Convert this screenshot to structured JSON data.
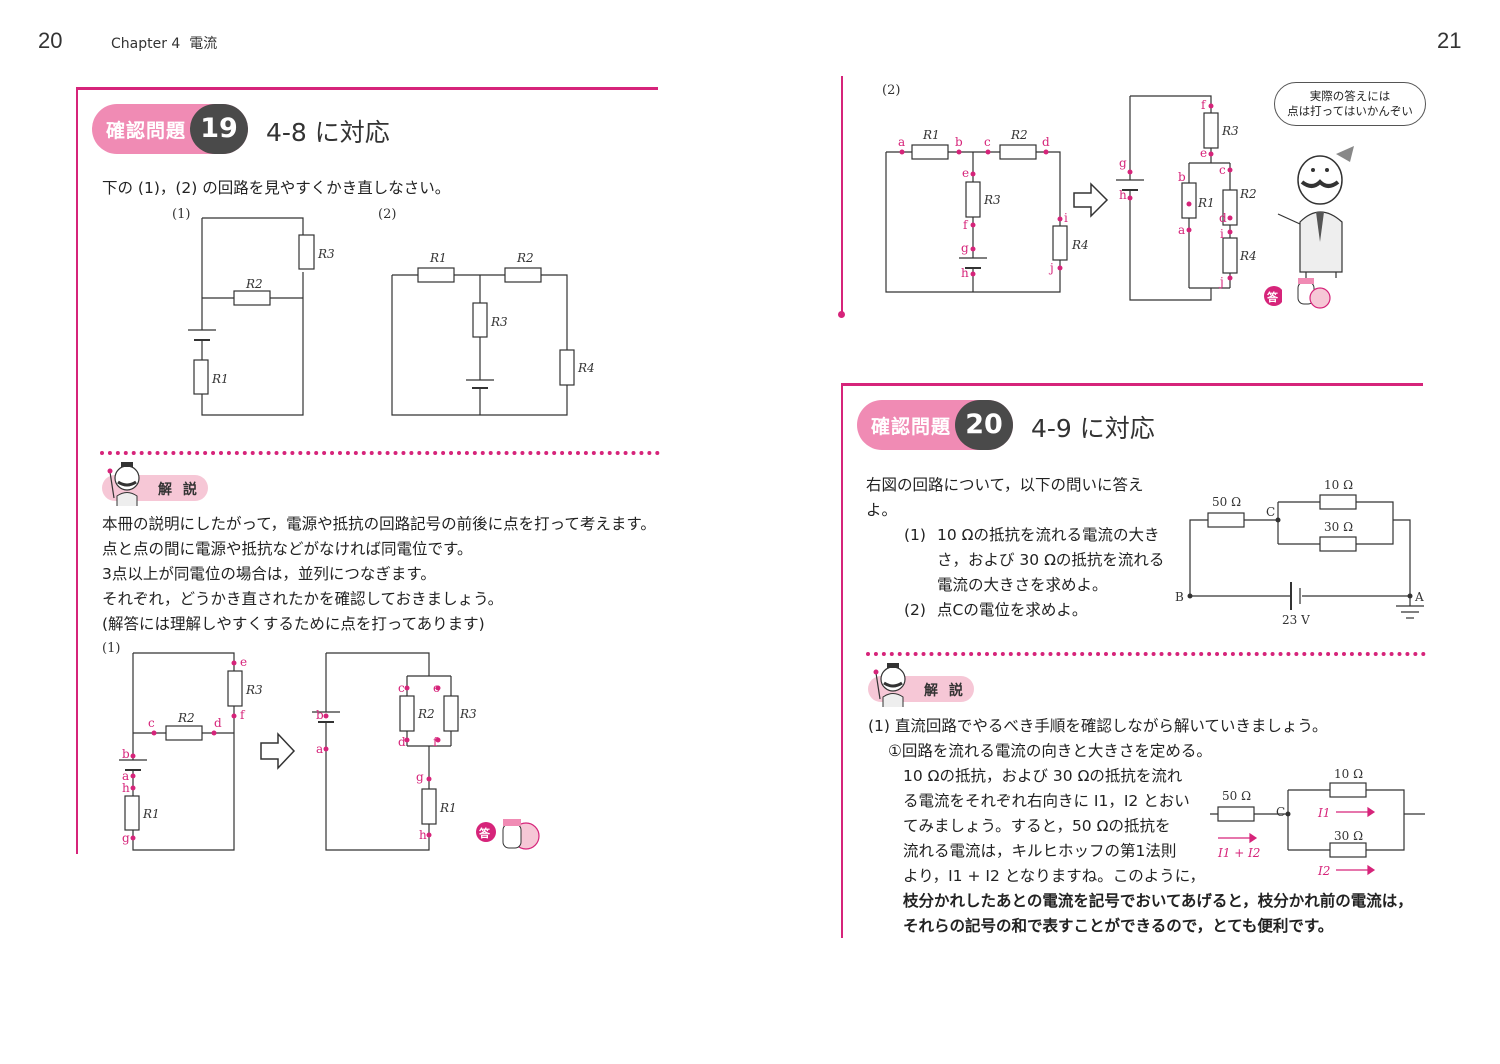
{
  "left_page": {
    "page_number": "20",
    "chapter": "Chapter 4",
    "chapter_title": "電流"
  },
  "right_page": {
    "page_number": "21"
  },
  "problem19": {
    "tag": "確認問題",
    "number": "19",
    "title": "4-8 に対応",
    "question": "下の (1)，(2) の回路を見やすくかき直しなさい。",
    "fig1_label": "(1)",
    "fig2_label": "(2)",
    "explanation_label": "解 説",
    "explanation_lines": [
      "本冊の説明にしたがって，電源や抵抗の回路記号の前後に点を打って考えます。",
      "点と点の間に電源や抵抗などがなければ同電位です。",
      "3点以上が同電位の場合は，並列につなぎます。",
      "それぞれ，どうかき直されたかを確認しておきましょう。",
      "(解答には理解しやすくするために点を打ってあります)"
    ],
    "answer1_label": "(1)",
    "answer2_label": "(2)",
    "answer_badge": "答"
  },
  "speech_bubble": {
    "line1": "実際の答えには",
    "line2": "点は打ってはいかんぞい"
  },
  "problem20": {
    "tag": "確認問題",
    "number": "20",
    "title": "4-9 に対応",
    "question_lines": [
      "右図の回路について，以下の問いに答え",
      "よ。"
    ],
    "q1_num": "(1)",
    "q1_lines": [
      "10 Ωの抵抗を流れる電流の大き",
      "さ，および 30 Ωの抵抗を流れる",
      "電流の大きさを求めよ。"
    ],
    "q2_num": "(2)",
    "q2_text": "点Cの電位を求めよ。",
    "explanation_label": "解 説",
    "a1_line": "(1)  直流回路でやるべき手順を確認しながら解いていきましょう。",
    "step1": "①回路を流れる電流の向きと大きさを定める。",
    "a1_body": [
      "10 Ωの抵抗，および 30 Ωの抵抗を流れ",
      "る電流をそれぞれ右向きに I1，I2 とおい",
      "てみましょう。すると，50 Ωの抵抗を",
      "流れる電流は，キルヒホッフの第1法則",
      "より，I1 + I2 となりますね。このように，"
    ],
    "bold_lines": [
      "枝分かれしたあとの電流を記号でおいてあげると，枝分かれ前の電流は，",
      "それらの記号の和で表すことができるので，とても便利です。"
    ]
  },
  "circuit_labels": {
    "R1": "R1",
    "R2": "R2",
    "R3": "R3",
    "R4": "R4",
    "r50": "50 Ω",
    "r10": "10 Ω",
    "r30": "30 Ω",
    "v23": "23 V",
    "A": "A",
    "B": "B",
    "C": "C",
    "I1": "I1",
    "I2": "I2",
    "I1I2": "I1 + I2"
  },
  "colors": {
    "accent": "#d6247a",
    "pill": "#f08bb4",
    "dark": "#4a4a4a"
  }
}
